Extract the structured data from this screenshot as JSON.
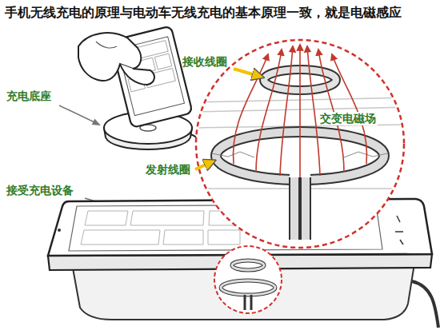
{
  "diagram": {
    "title": "手机无线充电的原理与电动车无线充电的基本原理一致，就是电磁感应",
    "labels": [
      "接收线圈",
      "充电底座",
      "交变电磁场",
      "发射线圈",
      "接受充电设备"
    ]
  }
}
